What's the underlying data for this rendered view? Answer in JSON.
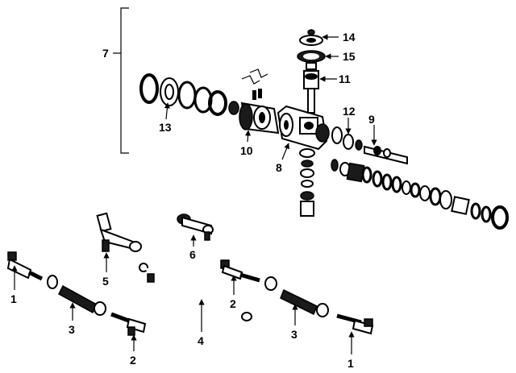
{
  "diagram": {
    "labels": {
      "p1": "1",
      "p2": "2",
      "p3": "3",
      "p4": "4",
      "p5": "5",
      "p6": "6",
      "p7": "7",
      "p8": "8",
      "p9": "9",
      "p10": "10",
      "p11": "11",
      "p12": "12",
      "p13": "13",
      "p14": "14",
      "p15": "15"
    }
  }
}
